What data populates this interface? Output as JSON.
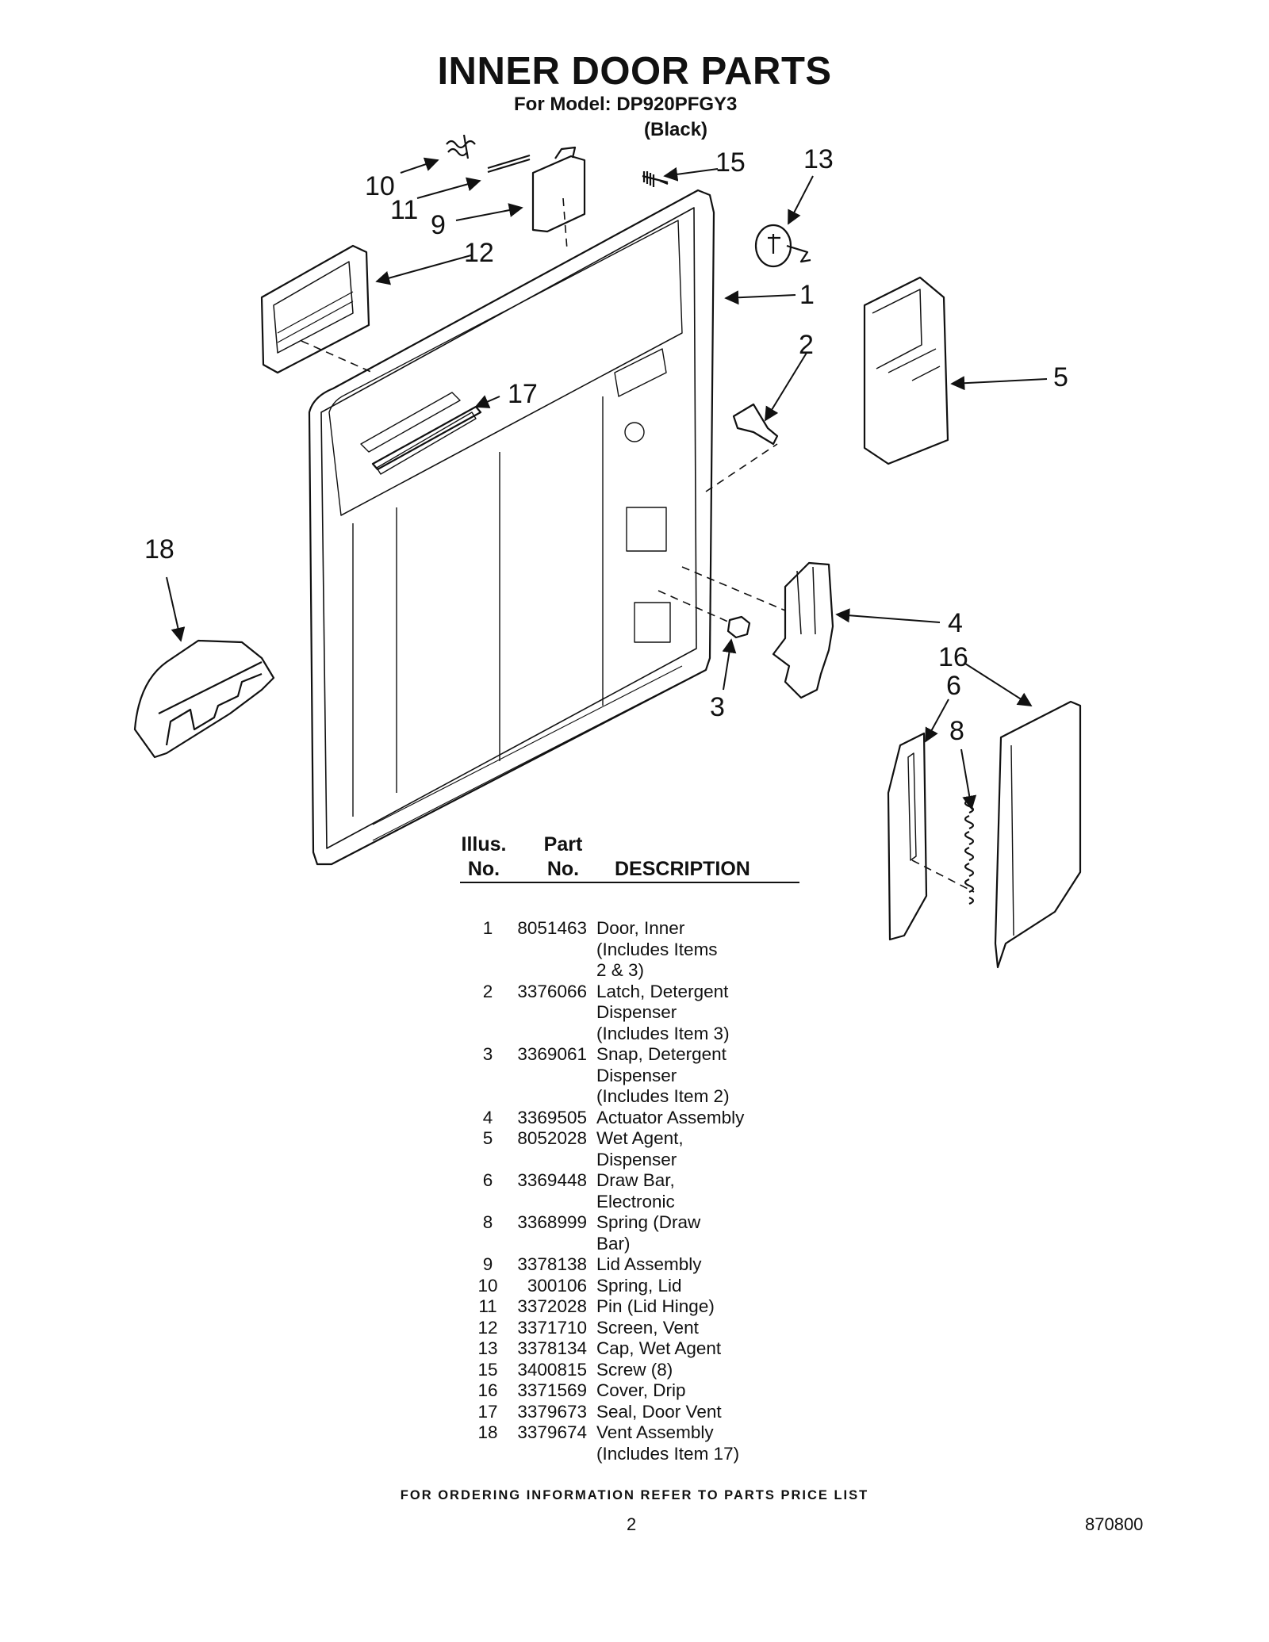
{
  "header": {
    "title": "INNER DOOR PARTS",
    "model_line": "For Model: DP920PFGY3",
    "finish": "(Black)"
  },
  "diagram": {
    "callouts": [
      "10",
      "11",
      "9",
      "12",
      "15",
      "13",
      "1",
      "2",
      "5",
      "17",
      "18",
      "4",
      "16",
      "6",
      "8",
      "3"
    ]
  },
  "table": {
    "headers": {
      "illus_line1": "Illus.",
      "illus_line2": "No.",
      "part_line1": "Part",
      "part_line2": "No.",
      "description": "DESCRIPTION"
    },
    "rows": [
      {
        "illus": "1",
        "part": "8051463",
        "desc": [
          "Door, Inner",
          "(Includes Items",
          "2 & 3)"
        ]
      },
      {
        "illus": "2",
        "part": "3376066",
        "desc": [
          "Latch, Detergent",
          "Dispenser",
          "(Includes Item 3)"
        ]
      },
      {
        "illus": "3",
        "part": "3369061",
        "desc": [
          "Snap, Detergent",
          "Dispenser",
          "(Includes Item 2)"
        ]
      },
      {
        "illus": "4",
        "part": "3369505",
        "desc": [
          "Actuator Assembly"
        ]
      },
      {
        "illus": "5",
        "part": "8052028",
        "desc": [
          "Wet Agent,",
          "Dispenser"
        ]
      },
      {
        "illus": "6",
        "part": "3369448",
        "desc": [
          "Draw Bar,",
          "Electronic"
        ]
      },
      {
        "illus": "8",
        "part": "3368999",
        "desc": [
          "Spring (Draw",
          "Bar)"
        ]
      },
      {
        "illus": "9",
        "part": "3378138",
        "desc": [
          "Lid Assembly"
        ]
      },
      {
        "illus": "10",
        "part": "300106",
        "desc": [
          "Spring, Lid"
        ]
      },
      {
        "illus": "11",
        "part": "3372028",
        "desc": [
          "Pin (Lid Hinge)"
        ]
      },
      {
        "illus": "12",
        "part": "3371710",
        "desc": [
          "Screen, Vent"
        ]
      },
      {
        "illus": "13",
        "part": "3378134",
        "desc": [
          "Cap, Wet Agent"
        ]
      },
      {
        "illus": "15",
        "part": "3400815",
        "desc": [
          "Screw (8)"
        ]
      },
      {
        "illus": "16",
        "part": "3371569",
        "desc": [
          "Cover, Drip"
        ]
      },
      {
        "illus": "17",
        "part": "3379673",
        "desc": [
          "Seal, Door Vent"
        ]
      },
      {
        "illus": "18",
        "part": "3379674",
        "desc": [
          "Vent Assembly",
          "(Includes Item 17)"
        ]
      }
    ]
  },
  "footer": {
    "ordering_note": "FOR ORDERING INFORMATION REFER TO PARTS PRICE LIST",
    "page_number": "2",
    "document_number": "870800"
  }
}
